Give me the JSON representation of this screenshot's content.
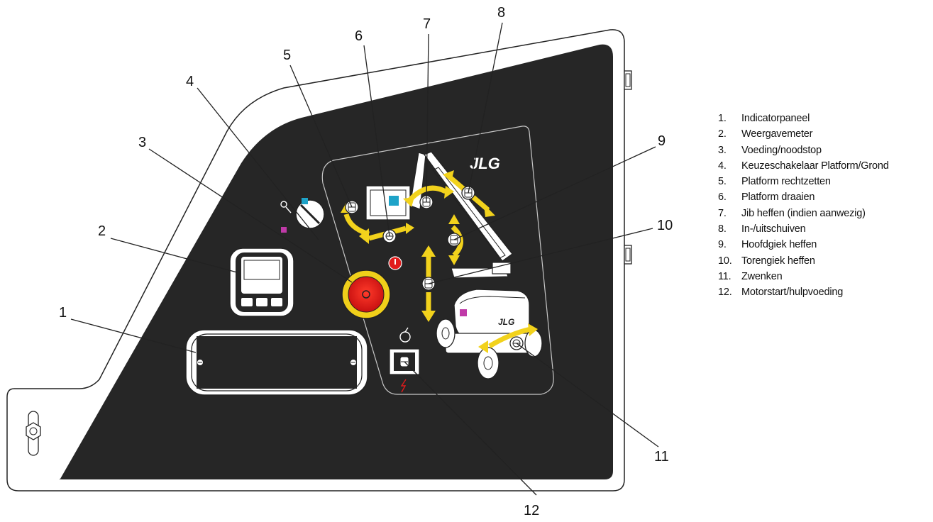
{
  "panel": {
    "brand": "JLG",
    "body_brand": "JLG"
  },
  "callouts": [
    "1",
    "2",
    "3",
    "4",
    "5",
    "6",
    "7",
    "8",
    "9",
    "10",
    "11",
    "12"
  ],
  "legend": [
    {
      "num": "1.",
      "label": "Indicatorpaneel"
    },
    {
      "num": "2.",
      "label": "Weergavemeter"
    },
    {
      "num": "3.",
      "label": "Voeding/noodstop"
    },
    {
      "num": "4.",
      "label": "Keuzeschakelaar Platform/Grond"
    },
    {
      "num": "5.",
      "label": "Platform rechtzetten"
    },
    {
      "num": "6.",
      "label": "Platform draaien"
    },
    {
      "num": "7.",
      "label": "Jib heffen (indien aanwezig)"
    },
    {
      "num": "8.",
      "label": "In-/uitschuiven"
    },
    {
      "num": "9.",
      "label": "Hoofdgiek heffen"
    },
    {
      "num": "10.",
      "label": "Torengiek heffen"
    },
    {
      "num": "11.",
      "label": "Zwenken"
    },
    {
      "num": "12.",
      "label": "Motorstart/hulpvoeding"
    }
  ],
  "colors": {
    "panel": "#262626",
    "arrow": "#f2d21c",
    "estop": "#e01b1b",
    "estop_ring": "#f0cf1a",
    "cyan": "#1ea3c8",
    "magenta": "#c03aa8"
  }
}
